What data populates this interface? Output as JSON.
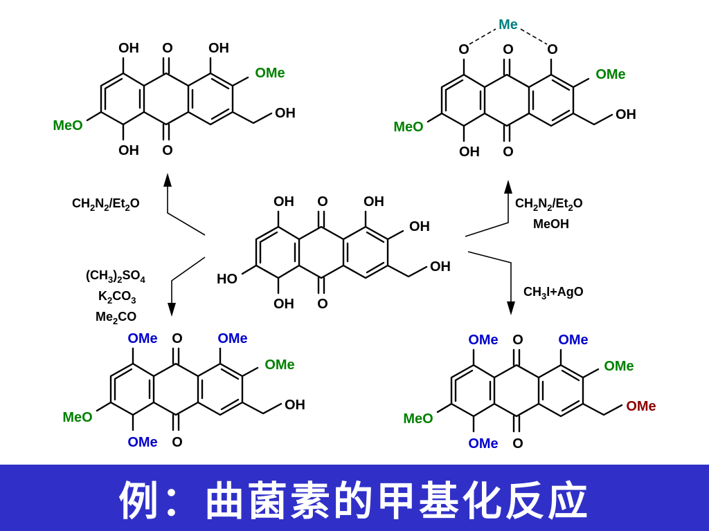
{
  "colors": {
    "black": "#000000",
    "green": "#008000",
    "blue": "#0000cc",
    "teal": "#008080",
    "darkred": "#8b0000",
    "banner_bg": "#3030c8",
    "banner_text": "#ffffff"
  },
  "start_molecule": {
    "substituents": [
      "OH",
      "O",
      "OH",
      "OH",
      "OH",
      "HO",
      "OH",
      "O"
    ]
  },
  "products": [
    {
      "id": "top-left",
      "substituents": [
        "OH",
        "O",
        "OH",
        "OMe",
        "OH",
        "MeO",
        "OH",
        "O"
      ]
    },
    {
      "id": "top-right",
      "substituents": [
        "O",
        "O",
        "O",
        "OMe",
        "OH",
        "MeO",
        "OH",
        "O"
      ],
      "bridge": "Me"
    },
    {
      "id": "bottom-left",
      "substituents": [
        "OMe",
        "O",
        "OMe",
        "OMe",
        "OH",
        "MeO",
        "OMe",
        "O"
      ]
    },
    {
      "id": "bottom-right",
      "substituents": [
        "OMe",
        "O",
        "OMe",
        "OMe",
        "OMe",
        "MeO",
        "OMe",
        "O"
      ]
    }
  ],
  "reagents": {
    "top_left": [
      "CH2N2/Et2O"
    ],
    "top_right": [
      "CH2N2/Et2O",
      "MeOH"
    ],
    "bottom_left": [
      "(CH3)2SO4",
      "K2CO3",
      "Me2CO"
    ],
    "bottom_right": [
      "CH3I+AgO"
    ]
  },
  "banner": {
    "title": "例：曲菌素的甲基化反应"
  }
}
